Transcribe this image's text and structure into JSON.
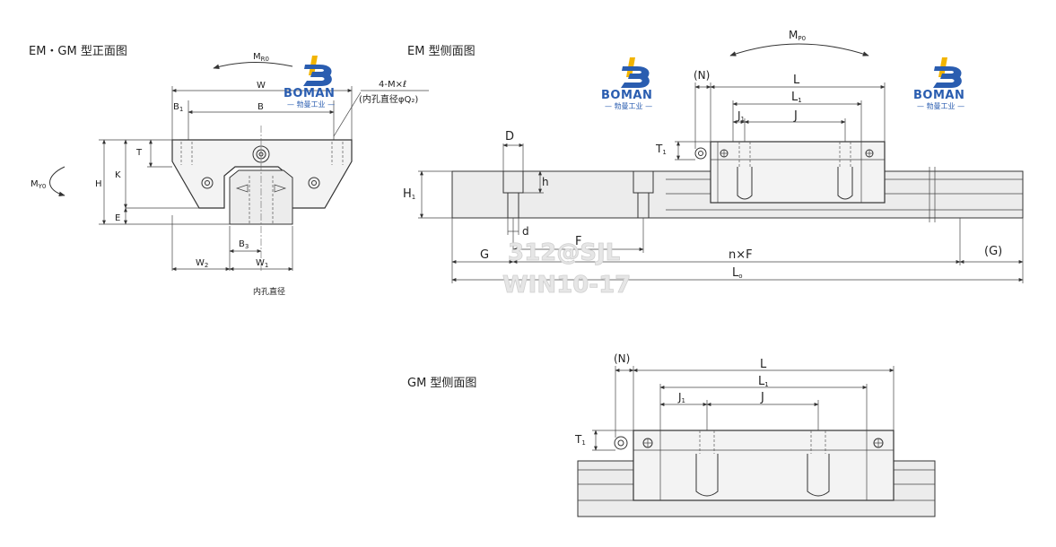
{
  "titles": {
    "front": "EM・GM 型正面图",
    "em_side": "EM 型侧面图",
    "gm_side": "GM 型侧面图"
  },
  "front_labels": {
    "MR0": "M",
    "MR0_sub": "R0",
    "W": "W",
    "B": "B",
    "B1": "B",
    "B1_sub": "1",
    "T": "T",
    "K": "K",
    "H": "H",
    "E": "E",
    "MY0": "M",
    "MY0_sub": "Y0",
    "B3": "B",
    "B3_sub": "3",
    "W2": "W",
    "W2_sub": "2",
    "W1": "W",
    "W1_sub": "1",
    "note1": "4-M×ℓ",
    "note2": "(内孔直径φQ₂)",
    "caption": "内孔直径"
  },
  "em_labels": {
    "MP0": "M",
    "MP0_sub": "P0",
    "N": "(N)",
    "L": "L",
    "L1": "L",
    "L1_sub": "1",
    "J1": "J",
    "J1_sub": "1",
    "J": "J",
    "T1": "T",
    "T1_sub": "1",
    "D": "D",
    "h": "h",
    "H1": "H",
    "H1_sub": "1",
    "d": "d",
    "F": "F",
    "G": "G",
    "nF": "n×F",
    "Gp": "(G)",
    "L0": "L",
    "L0_sub": "o"
  },
  "gm_labels": {
    "N": "(N)",
    "L": "L",
    "L1": "L",
    "L1_sub": "1",
    "J1": "J",
    "J1_sub": "1",
    "J": "J",
    "T1": "T",
    "T1_sub": "1"
  },
  "logo": {
    "brand": "BOMAN",
    "sub": "— 勃曼工业 —"
  },
  "watermark": {
    "line1": "312@SJL",
    "line2": "WIN10-17"
  },
  "colors": {
    "logo_blue": "#2a5db0",
    "logo_yellow": "#f2b400"
  }
}
